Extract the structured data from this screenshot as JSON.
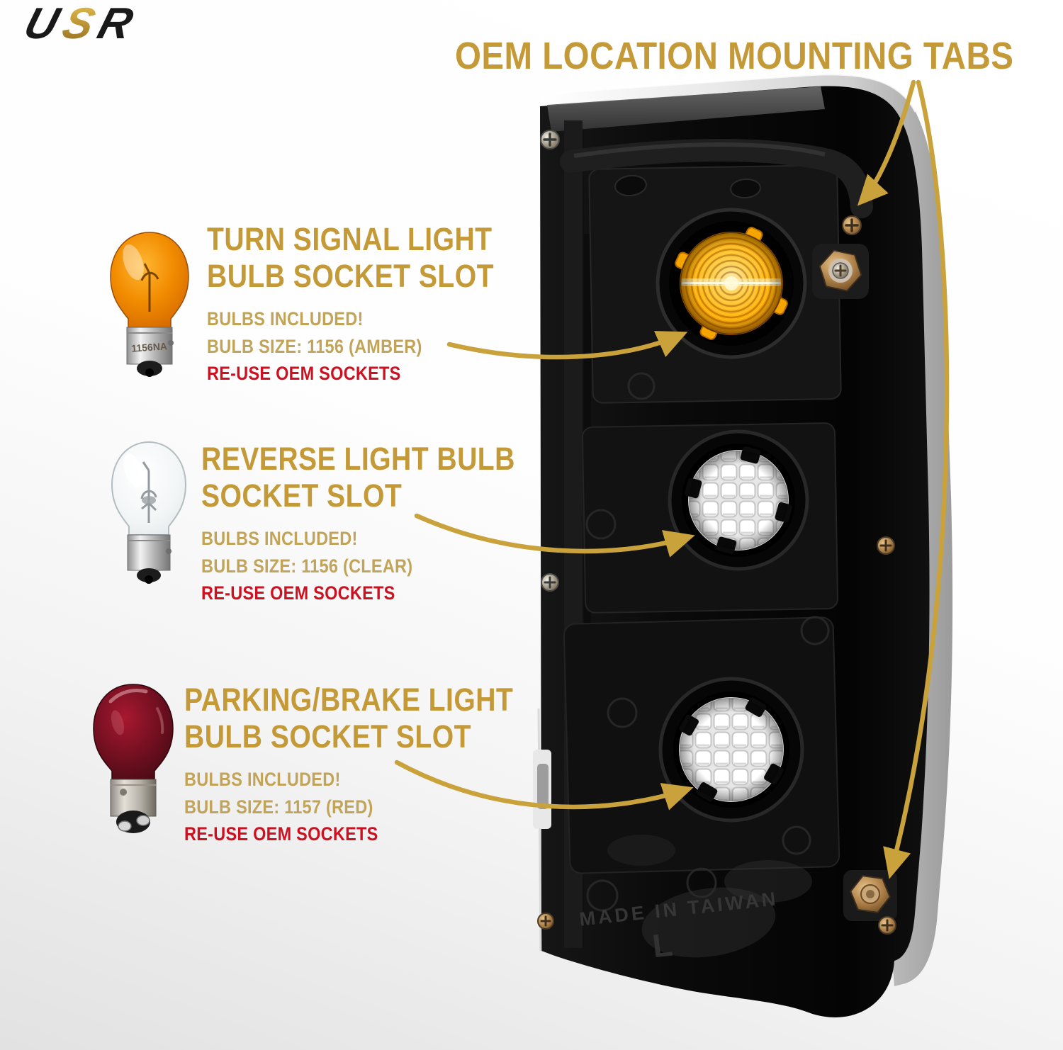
{
  "brand": {
    "letter_u": "U",
    "letter_s": "S",
    "letter_r": "R"
  },
  "title": "OEM LOCATION MOUNTING TABS",
  "callouts": [
    {
      "id": "turn-signal",
      "heading": "TURN SIGNAL LIGHT\nBULB SOCKET SLOT",
      "note1": "BULBS INCLUDED!",
      "note2": "BULB SIZE: 1156 (AMBER)",
      "note3": "RE-USE OEM SOCKETS",
      "bulb_icon": "amber-1156-bulb",
      "bulb_base_marking": "1156NA"
    },
    {
      "id": "reverse",
      "heading": "REVERSE LIGHT BULB\nSOCKET SLOT",
      "note1": "BULBS INCLUDED!",
      "note2": "BULB SIZE: 1156 (CLEAR)",
      "note3": "RE-USE OEM SOCKETS",
      "bulb_icon": "clear-1156-bulb"
    },
    {
      "id": "parking-brake",
      "heading": "PARKING/BRAKE LIGHT\nBULB SOCKET SLOT",
      "note1": "BULBS INCLUDED!",
      "note2": "BULB SIZE: 1157 (RED)",
      "note3": "RE-USE OEM SOCKETS",
      "bulb_icon": "red-1157-bulb"
    }
  ],
  "housing": {
    "molded_text": "MADE IN TAIWAN",
    "molded_letter": "L"
  },
  "colors": {
    "gold_arrow": "#C9A23C",
    "gold_heading": "#C49937",
    "gold_note": "#C2A458",
    "red_note": "#CE1120",
    "amber_lens": "#FFAD00",
    "housing_black": "#0D0D0D",
    "bronze_hardware": "#A87B44"
  }
}
